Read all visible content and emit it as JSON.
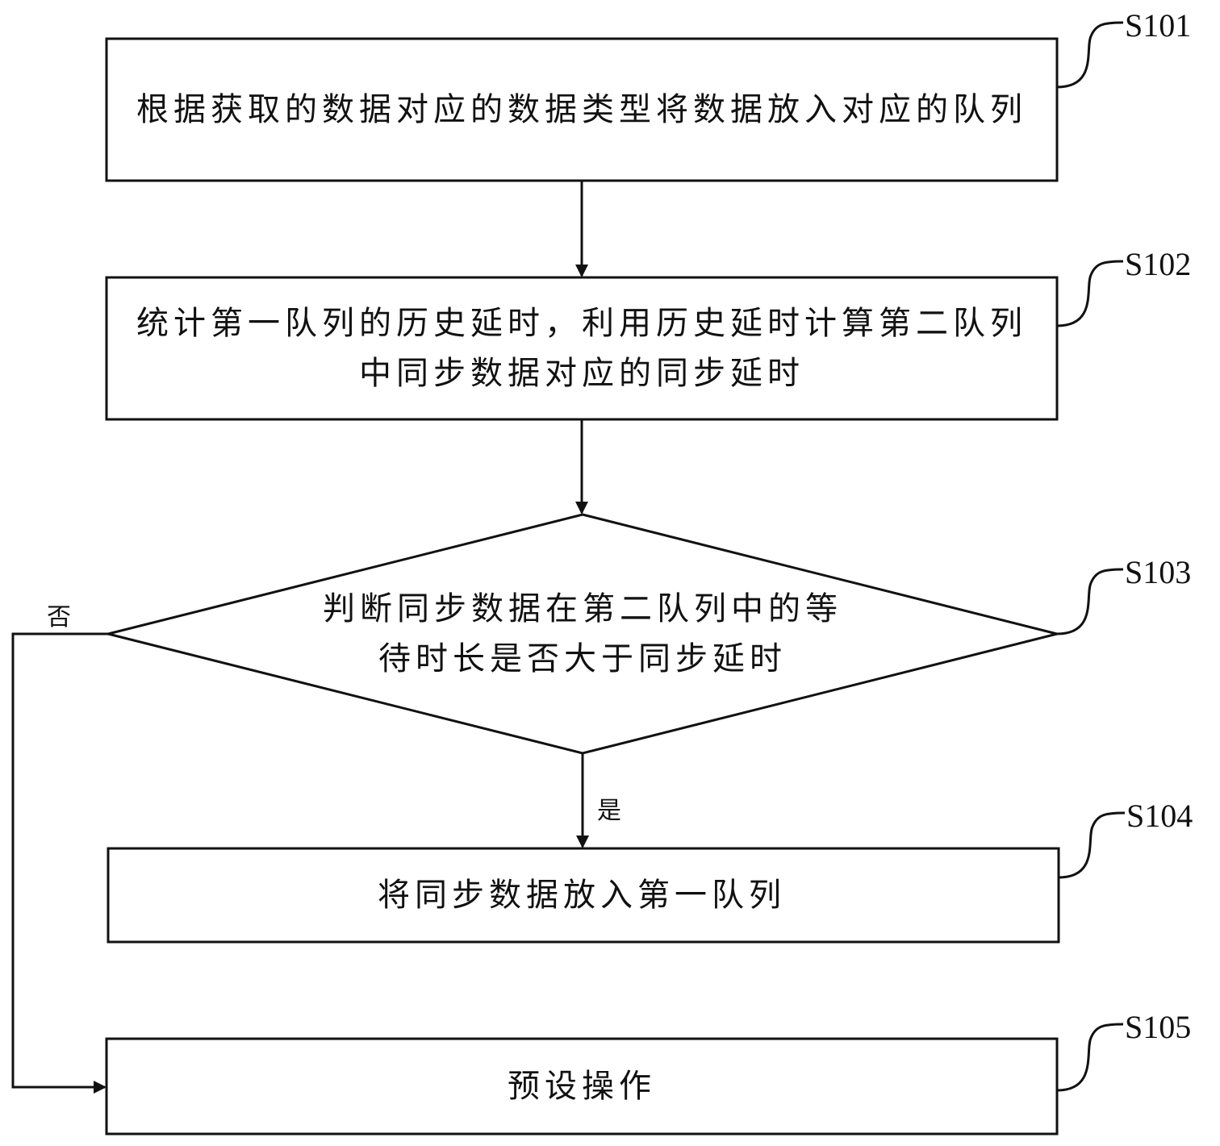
{
  "steps": [
    {
      "id": "S101",
      "text": "根据获取的数据对应的数据类型将数据放入对应的队列"
    },
    {
      "id": "S102",
      "text": "统计第一队列的历史延时，利用历史延时计算第二队列中同步数据对应的同步延时"
    },
    {
      "id": "S103",
      "text": "判断同步数据在第二队列中的等待时长是否大于同步延时"
    },
    {
      "id": "S104",
      "text": "将同步数据放入第一队列"
    },
    {
      "id": "S105",
      "text": "预设操作"
    }
  ],
  "branches": {
    "yes": "是",
    "no": "否"
  },
  "colors": {
    "stroke": "#111111",
    "fill": "#ffffff"
  }
}
